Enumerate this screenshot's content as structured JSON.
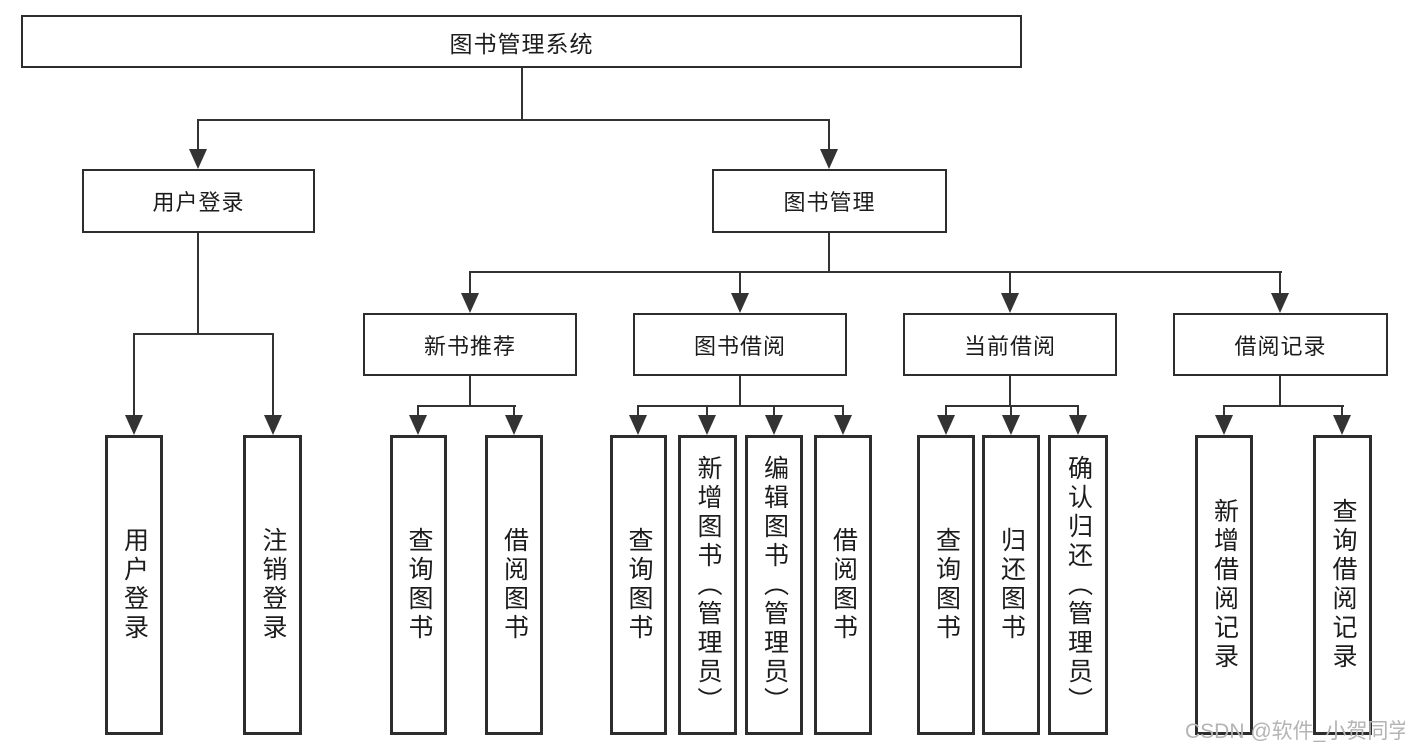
{
  "diagram_type": "functional-structure-tree",
  "colors": {
    "background": "#ffffff",
    "line": "#333333",
    "box_border": "#2d2d2d",
    "text": "#1c1c1c",
    "watermark": "#b4b4b4"
  },
  "tree": {
    "label": "图书管理系统",
    "children": [
      {
        "label": "用户登录",
        "children": [
          {
            "label": "用户登录"
          },
          {
            "label": "注销登录"
          }
        ]
      },
      {
        "label": "图书管理",
        "children": [
          {
            "label": "新书推荐",
            "children": [
              {
                "label": "查询图书"
              },
              {
                "label": "借阅图书"
              }
            ]
          },
          {
            "label": "图书借阅",
            "children": [
              {
                "label": "查询图书"
              },
              {
                "label": "新增图书（管理员）"
              },
              {
                "label": "编辑图书（管理员）"
              },
              {
                "label": "借阅图书"
              }
            ]
          },
          {
            "label": "当前借阅",
            "children": [
              {
                "label": "查询图书"
              },
              {
                "label": "归还图书"
              },
              {
                "label": "确认归还（管理员）"
              }
            ]
          },
          {
            "label": "借阅记录",
            "children": [
              {
                "label": "新增借阅记录"
              },
              {
                "label": "查询借阅记录"
              }
            ]
          }
        ]
      }
    ]
  },
  "watermark": {
    "text": "CSDN @软件_小贺同学"
  }
}
